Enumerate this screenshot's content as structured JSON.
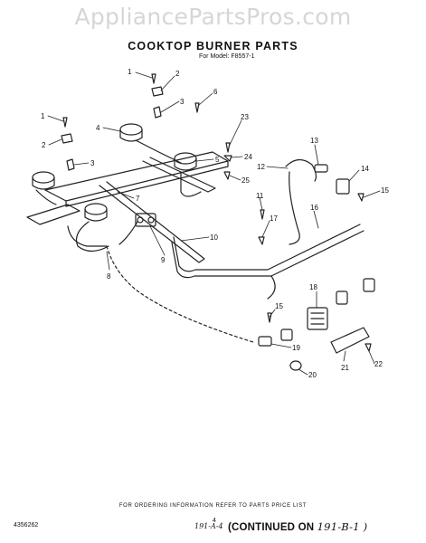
{
  "watermark": "AppliancePartsPros.com",
  "header": {
    "title": "COOKTOP BURNER PARTS",
    "subtitle": "For Model: F8557-1"
  },
  "callouts": [
    {
      "label": "1"
    },
    {
      "label": "2"
    },
    {
      "label": "3"
    },
    {
      "label": "6"
    },
    {
      "label": "1"
    },
    {
      "label": "2"
    },
    {
      "label": "3"
    },
    {
      "label": "4"
    },
    {
      "label": "5"
    },
    {
      "label": "7"
    },
    {
      "label": "8"
    },
    {
      "label": "9"
    },
    {
      "label": "10"
    },
    {
      "label": "11"
    },
    {
      "label": "12"
    },
    {
      "label": "13"
    },
    {
      "label": "14"
    },
    {
      "label": "15"
    },
    {
      "label": "16"
    },
    {
      "label": "17"
    },
    {
      "label": "18"
    },
    {
      "label": "19"
    },
    {
      "label": "15"
    },
    {
      "label": "20"
    },
    {
      "label": "21"
    },
    {
      "label": "22"
    },
    {
      "label": "23"
    },
    {
      "label": "24"
    },
    {
      "label": "25"
    }
  ],
  "footer": {
    "note": "FOR ORDERING INFORMATION REFER TO PARTS PRICE LIST",
    "page_number": "4",
    "part_number": "4356262",
    "handwritten_ref": "191-A-4",
    "continued": "(CONTINUED ON",
    "continued_ref": "191-B-1 )"
  }
}
